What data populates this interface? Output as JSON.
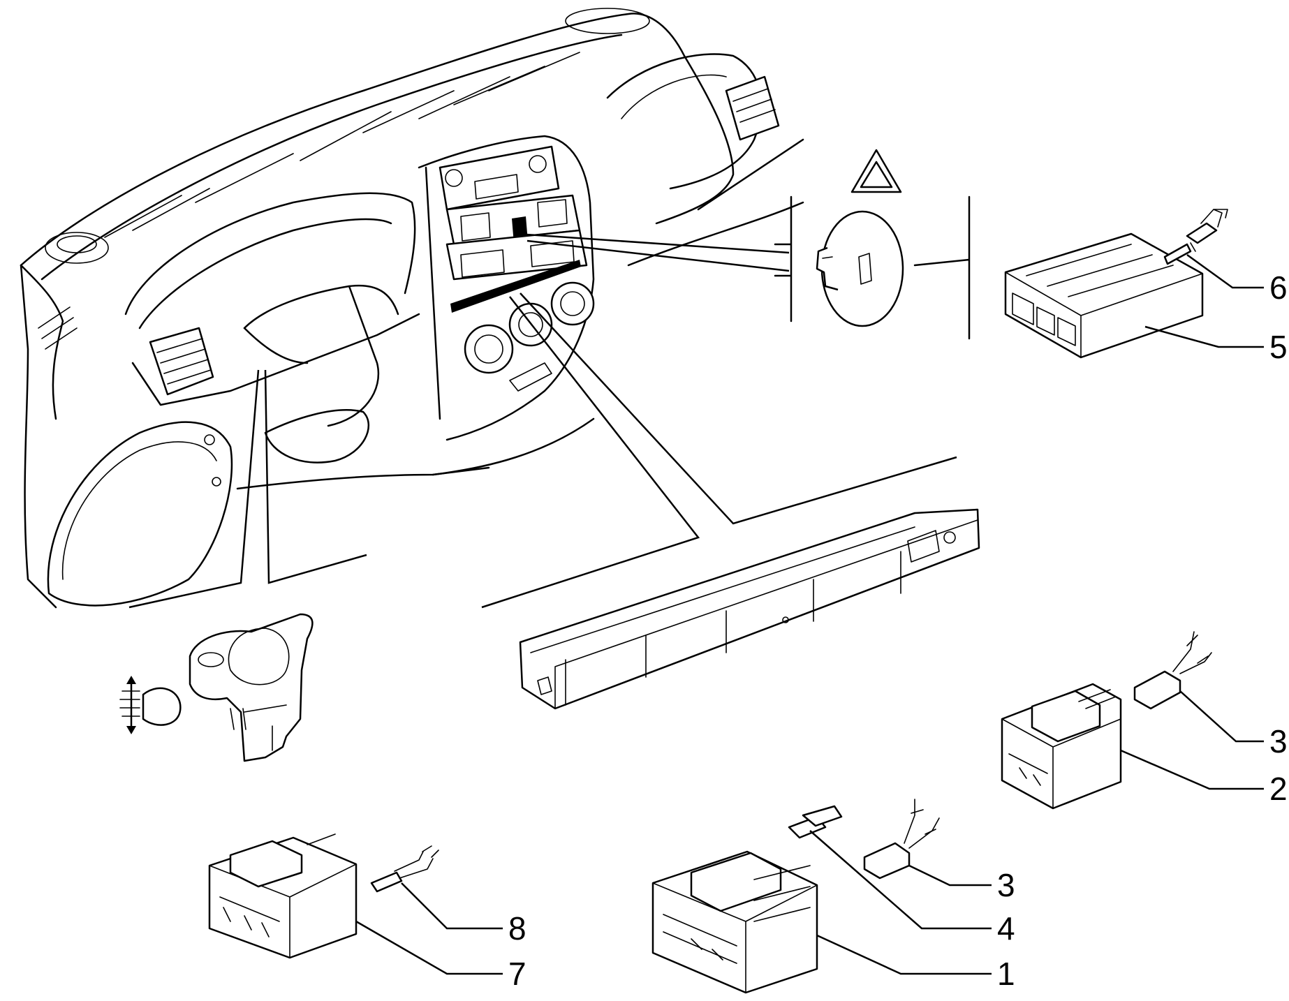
{
  "diagram": {
    "callouts": [
      {
        "id": "6",
        "label": "6"
      },
      {
        "id": "5",
        "label": "5"
      },
      {
        "id": "3a",
        "label": "3"
      },
      {
        "id": "2",
        "label": "2"
      },
      {
        "id": "3b",
        "label": "3"
      },
      {
        "id": "4",
        "label": "4"
      },
      {
        "id": "1",
        "label": "1"
      },
      {
        "id": "8",
        "label": "8"
      },
      {
        "id": "7",
        "label": "7"
      }
    ],
    "symbols": [
      "hazard-warning-triangle-icon",
      "headlamp-leveling-icon"
    ],
    "colors": {
      "ink": "#000000",
      "paper": "#ffffff"
    }
  }
}
